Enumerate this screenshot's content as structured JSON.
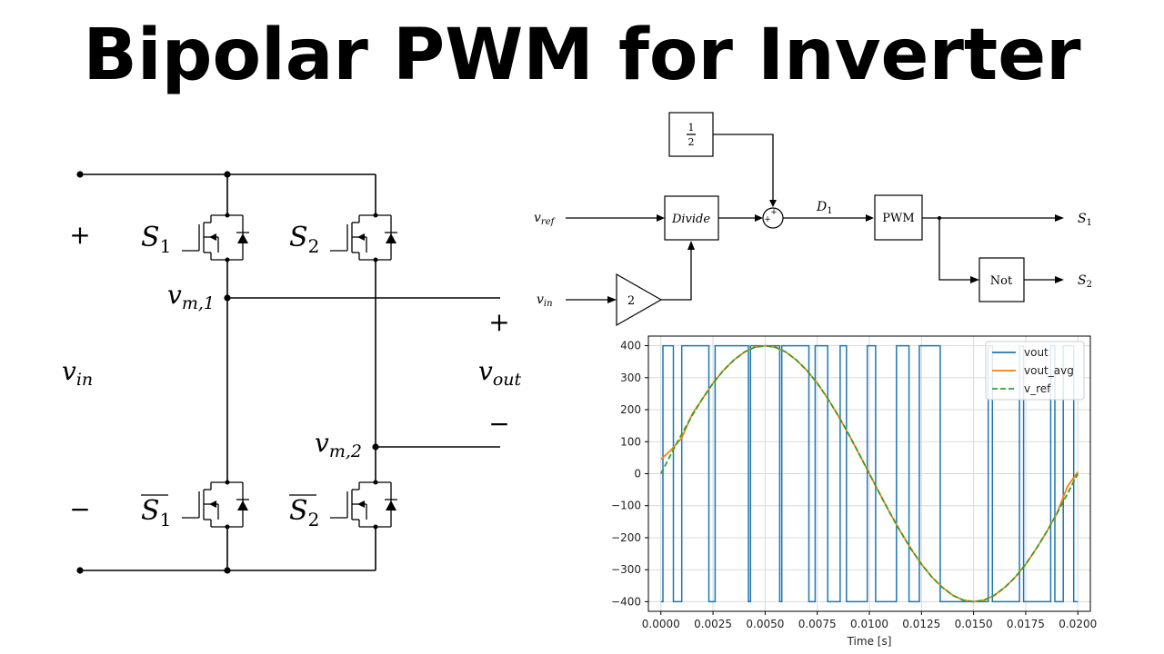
{
  "title": "Bipolar PWM for Inverter",
  "circuit": {
    "plus_in": "+",
    "minus_in": "−",
    "vin": "v",
    "vin_sub": "in",
    "s1": "S",
    "s1_sub": "1",
    "s2": "S",
    "s2_sub": "2",
    "s1bar": "S",
    "s1bar_sub": "1",
    "s2bar": "S",
    "s2bar_sub": "2",
    "vm1": "v",
    "vm1_sub": "m,1",
    "vm2": "v",
    "vm2_sub": "m,2",
    "vout": "v",
    "vout_sub": "out",
    "plus_out": "+",
    "minus_out": "−"
  },
  "block_diagram": {
    "half_num": "1",
    "half_den": "2",
    "vref": "v",
    "vref_sub": "ref",
    "vin": "v",
    "vin_sub": "in",
    "divide": "Divide",
    "gain": "2",
    "sum_plus": "+",
    "d1": "D",
    "d1_sub": "1",
    "pwm": "PWM",
    "not": "Not",
    "s1": "S",
    "s1_sub": "1",
    "s2": "S",
    "s2_sub": "2"
  },
  "chart_data": {
    "type": "line",
    "title": "",
    "xlabel": "Time [s]",
    "ylabel": "",
    "xlim": [
      -0.0006,
      0.0206
    ],
    "ylim": [
      -430,
      430
    ],
    "grid": true,
    "legend_position": "top-right",
    "x_ticks": [
      0.0,
      0.0025,
      0.005,
      0.0075,
      0.01,
      0.0125,
      0.015,
      0.0175,
      0.02
    ],
    "x_tick_labels": [
      "0.0000",
      "0.0025",
      "0.0050",
      "0.0075",
      "0.0100",
      "0.0125",
      "0.0150",
      "0.0175",
      "0.0200"
    ],
    "y_ticks": [
      400,
      300,
      200,
      100,
      0,
      -100,
      -200,
      -300,
      -400
    ],
    "y_tick_labels": [
      "400",
      "300",
      "200",
      "100",
      "0",
      "−100",
      "−200",
      "−300",
      "−400"
    ],
    "series": [
      {
        "name": "vout",
        "color": "#1f77b4",
        "style": "solid",
        "x": [
          0.0,
          0.0001,
          0.0001,
          0.0006,
          0.0006,
          0.0008,
          0.0008,
          0.001,
          0.001,
          0.0023,
          0.0023,
          0.0026,
          0.0026,
          0.0042,
          0.0042,
          0.0043,
          0.0043,
          0.0057,
          0.0057,
          0.0058,
          0.0058,
          0.0071,
          0.0071,
          0.0074,
          0.0074,
          0.008,
          0.008,
          0.0086,
          0.0086,
          0.0089,
          0.0089,
          0.0099,
          0.0099,
          0.0103,
          0.0103,
          0.0113,
          0.0113,
          0.0119,
          0.0119,
          0.0124,
          0.0124,
          0.0134,
          0.0134,
          0.0139,
          0.0139,
          0.0157,
          0.0157,
          0.0159,
          0.0159,
          0.0172,
          0.0172,
          0.0174,
          0.0174,
          0.0187,
          0.0187,
          0.0189,
          0.0189,
          0.0193,
          0.0193,
          0.0198,
          0.0198,
          0.02
        ],
        "y": [
          -400,
          -400,
          400,
          400,
          -400,
          -400,
          -400,
          -400,
          400,
          400,
          -400,
          -400,
          400,
          400,
          -400,
          -400,
          400,
          400,
          -400,
          -400,
          400,
          400,
          -400,
          -400,
          400,
          400,
          -400,
          -400,
          400,
          400,
          -400,
          -400,
          400,
          400,
          -400,
          -400,
          400,
          400,
          -400,
          -400,
          400,
          400,
          -400,
          -400,
          -400,
          -400,
          400,
          400,
          -400,
          -400,
          400,
          400,
          -400,
          -400,
          400,
          400,
          -400,
          -400,
          400,
          400,
          -400,
          -400
        ]
      },
      {
        "name": "vout_avg",
        "color": "#ff7f0e",
        "style": "solid",
        "x": [
          0.0,
          0.0005,
          0.001,
          0.0015,
          0.002,
          0.0025,
          0.003,
          0.0035,
          0.004,
          0.0045,
          0.005,
          0.0055,
          0.006,
          0.0065,
          0.007,
          0.0075,
          0.008,
          0.0085,
          0.009,
          0.0095,
          0.01,
          0.0105,
          0.011,
          0.0115,
          0.012,
          0.0125,
          0.013,
          0.0135,
          0.014,
          0.0145,
          0.015,
          0.0155,
          0.016,
          0.0165,
          0.017,
          0.0175,
          0.018,
          0.0185,
          0.019,
          0.0195,
          0.02
        ],
        "y": [
          45,
          75,
          112,
          186,
          235,
          283,
          323,
          355,
          380,
          395,
          400,
          395,
          380,
          355,
          323,
          283,
          235,
          182,
          124,
          63,
          0,
          -63,
          -124,
          -182,
          -235,
          -283,
          -323,
          -355,
          -380,
          -395,
          -400,
          -395,
          -380,
          -355,
          -323,
          -283,
          -235,
          -182,
          -124,
          -40,
          5
        ]
      },
      {
        "name": "v_ref",
        "color": "#2ca02c",
        "style": "dashed",
        "x": [
          0.0,
          0.0005,
          0.001,
          0.0015,
          0.002,
          0.0025,
          0.003,
          0.0035,
          0.004,
          0.0045,
          0.005,
          0.0055,
          0.006,
          0.0065,
          0.007,
          0.0075,
          0.008,
          0.0085,
          0.009,
          0.0095,
          0.01,
          0.0105,
          0.011,
          0.0115,
          0.012,
          0.0125,
          0.013,
          0.0135,
          0.014,
          0.0145,
          0.015,
          0.0155,
          0.016,
          0.0165,
          0.017,
          0.0175,
          0.018,
          0.0185,
          0.019,
          0.0195,
          0.02
        ],
        "y": [
          0,
          63,
          124,
          182,
          235,
          283,
          323,
          355,
          380,
          395,
          400,
          395,
          380,
          355,
          323,
          283,
          235,
          182,
          124,
          63,
          0,
          -63,
          -124,
          -182,
          -235,
          -283,
          -323,
          -355,
          -380,
          -395,
          -400,
          -395,
          -380,
          -355,
          -323,
          -283,
          -235,
          -182,
          -124,
          -63,
          0
        ]
      }
    ]
  }
}
